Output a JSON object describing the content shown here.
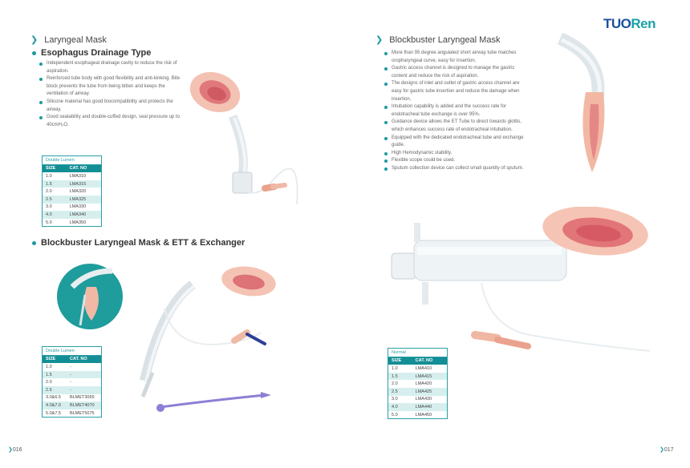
{
  "brand": {
    "logo_tuo": "TUO",
    "logo_ren": "Ren",
    "color_blue": "#1b4f9c",
    "color_teal": "#1aa1a8"
  },
  "left": {
    "section_title": "Laryngeal Mask",
    "sub1": {
      "title": "Esophagus Drainage Type",
      "bullets": [
        "Independent esophageal drainage cavity to reduce the risk of aspiration.",
        "Reinforced tube body with good flexibility and anti-kinking. Bite block prevents the tube from being bitten and keeps the ventilation of airway.",
        "Silicone material has good biocompatibility and protects the airway.",
        "Good sealability and double-cuffed design, seal pressure up to 40cmH₂O."
      ],
      "table": {
        "caption": "Double Lumen",
        "headers": [
          "SIZE",
          "CAT. NO"
        ],
        "rows": [
          [
            "1.0",
            "LMA310"
          ],
          [
            "1.5",
            "LMA315"
          ],
          [
            "2.0",
            "LMA320"
          ],
          [
            "2.5",
            "LMA325"
          ],
          [
            "3.0",
            "LMA330"
          ],
          [
            "4.0",
            "LMA340"
          ],
          [
            "5.0",
            "LMA350"
          ]
        ]
      }
    },
    "sub2": {
      "title": "Blockbuster Laryngeal Mask & ETT & Exchanger",
      "table": {
        "caption": "Double Lumen",
        "headers": [
          "SIZE",
          "CAT. NO"
        ],
        "rows": [
          [
            "1.0",
            "-"
          ],
          [
            "1.5",
            "-"
          ],
          [
            "2.0",
            "-"
          ],
          [
            "2.5",
            "-"
          ],
          [
            "3.0&6.5",
            "BLMET3065"
          ],
          [
            "4.0&7.0",
            "BLMET4070"
          ],
          [
            "5.0&7.5",
            "BLMET5075"
          ]
        ]
      }
    },
    "page_number": "016"
  },
  "right": {
    "section_title": "Blockbuster Laryngeal Mask",
    "bullets": [
      "More than 95 degree angulated short airway tube matches oropharyngeal curve, easy for insertion.",
      "Gastric access channel is designed to manage the gastric content and reduce the risk of aspiration.",
      "The designs of inlet and outlet of gastric access channel are easy for gastric tube insertion and reduce the damage when insertion.",
      "Intubation capability is added and the success rate for endotracheal tube exchange is over 95%.",
      "Guidance device allows the ET Tube to direct towards glottis, which enhances success rate of endotracheal intubation.",
      "Equipped with the dedicated endotracheal tube and exchange guide.",
      "High Hemodynamic stability.",
      "Flexible scope could be used.",
      "Sputum collection device can collect small quantity of sputum."
    ],
    "table": {
      "caption": "Normal",
      "headers": [
        "SIZE",
        "CAT. NO"
      ],
      "rows": [
        [
          "1.0",
          "LMA410"
        ],
        [
          "1.5",
          "LMA415"
        ],
        [
          "2.0",
          "LMA420"
        ],
        [
          "2.5",
          "LMA425"
        ],
        [
          "3.0",
          "LMA430"
        ],
        [
          "4.0",
          "LMA440"
        ],
        [
          "5.0",
          "LMA450"
        ]
      ]
    },
    "page_number": "017"
  }
}
